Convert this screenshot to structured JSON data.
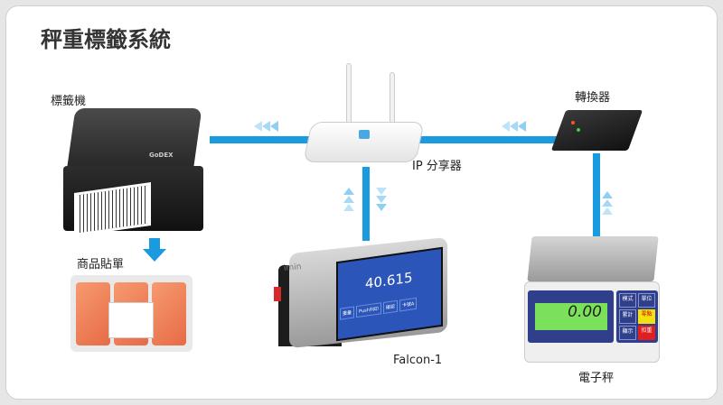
{
  "title": "秤重標籤系統",
  "labels": {
    "printer": "標籤機",
    "label_output": "商品貼單",
    "router": "IP 分享器",
    "converter": "轉換器",
    "pos": "Falcon-1",
    "scale": "電子秤"
  },
  "devices": {
    "printer_brand": "GoDEX",
    "pos_brand": "imin",
    "pos_weight": "40.615",
    "pos_buttons": [
      "重量",
      "Push列印",
      "確認",
      "卡號A"
    ],
    "scale_display": "0.00",
    "scale_buttons": [
      "模式",
      "單位",
      "累計",
      "零點",
      "顯示",
      "扣重"
    ]
  },
  "colors": {
    "line": "#1a9be0",
    "arrow": "#8fd0f2"
  }
}
